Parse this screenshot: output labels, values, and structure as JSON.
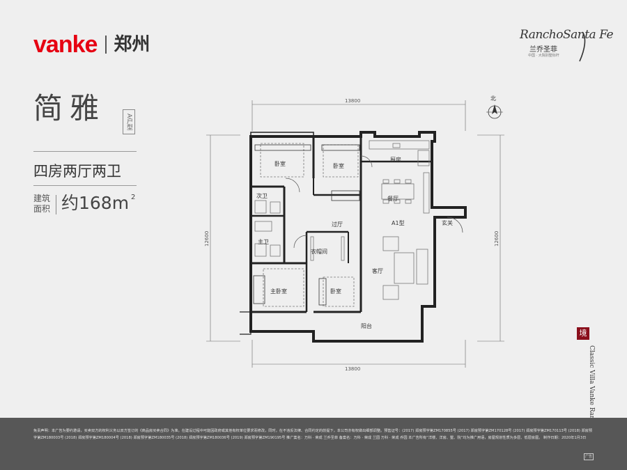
{
  "brand": {
    "logo": "vanke",
    "city": "郑州"
  },
  "project": {
    "name_en": "RanchoSanta Fe",
    "name_cn": "兰乔圣菲",
    "slogan": "中国 · 大院别墅标杆"
  },
  "unit": {
    "name": "简雅",
    "type_tag": "A户型",
    "rooms": "四房两厅两卫",
    "area_label": "建筑面积",
    "area_value": "约168m",
    "area_unit_sup": "2"
  },
  "plan": {
    "compass": "北",
    "dim_top": "13800",
    "dim_bottom": "13800",
    "dim_left": "12600",
    "dim_right": "12600",
    "rooms": {
      "bedroom_nw": "卧室",
      "bedroom_n": "卧室",
      "kitchen": "厨房",
      "second_bath": "次卫",
      "dining": "餐厅",
      "unit_tag": "A1型",
      "foyer": "玄关",
      "corridor": "过厅",
      "master_bath": "主卫",
      "walk_in": "衣帽间",
      "living": "客厅",
      "master_bedroom": "主卧室",
      "bedroom_s": "卧室",
      "balcony": "阳台"
    }
  },
  "side": {
    "badge": "境",
    "text": "Classic Villa Vanke RanchoSanta Fe"
  },
  "footer": {
    "disclaimer": "免责声明：本广告为要约邀请，买卖双方的权利义务以双方签订的《商品房买卖合同》为准。在建设过程中可能因政府或其他有权单位要求而修改，同时，在不违反法律、合同约定的前提下，本公司亦有权做出细部调整。预售证号：(2017) 郑房预字第ZM170855号  (2017) 郑房预字第ZM170128号  (2017) 郑房预字第ZM170113号  (2018) 郑房预字第ZM180003号  (2018) 郑房预字第ZM180004号  (2018) 郑房预字第ZM180035号  (2018) 郑房预字第ZM180036号  (2019) 郑房预字第ZM190195号  推广案名：万科 · 荣成  兰乔圣菲  备案名：万科 · 荣成  兰园  万科 · 荣成  乔园  本广告所有“洋楼、洋房、墅、院”均为推广用语，房屋规划性质为多层、低层房屋。 制作日期：2020年1月3日",
    "mark": "广告"
  }
}
